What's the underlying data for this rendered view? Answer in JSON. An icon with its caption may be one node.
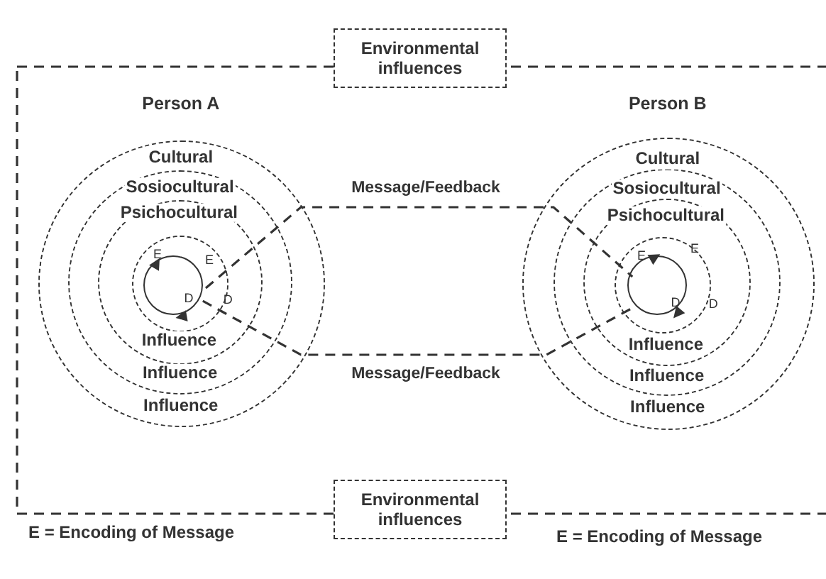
{
  "diagram": {
    "nodes": [
      {
        "text": [
          "Environmental influences"
        ]
      },
      {
        "text": [
          "Person A",
          "Cultural",
          "Influence"
        ]
      },
      {
        "text": [
          "Sosiocultural",
          "Influence"
        ],
        "in": 1
      },
      {
        "text": [
          "Psichocultural",
          "Influence"
        ],
        "in": 2
      },
      {
        "text": [
          "E",
          "D"
        ],
        "in": 3
      },
      {
        "text": [
          "E",
          "D"
        ],
        "in": 4
      },
      {
        "text": [
          "Person B",
          "Cultural",
          "Influence"
        ]
      },
      {
        "text": [
          "Sosiocultural",
          "Influence"
        ],
        "in": 6
      },
      {
        "text": [
          "Psichocultural",
          "Influence"
        ],
        "in": 7
      },
      {
        "text": [
          "E",
          "D"
        ],
        "in": 8
      },
      {
        "text": [
          "E",
          "D"
        ],
        "in": 9
      },
      {
        "text": [
          "Environmental influences"
        ]
      }
    ],
    "edges": [
      {
        "from": 5,
        "to": 10,
        "arrow": "none",
        "label": "Message/Feedback",
        "style": "dashed"
      },
      {
        "from": 5,
        "to": 10,
        "arrow": "none",
        "label": "Message/Feedback",
        "style": "dashed"
      }
    ],
    "labels": [
      "E = Encoding of Message",
      "E = Encoding of Message"
    ]
  }
}
